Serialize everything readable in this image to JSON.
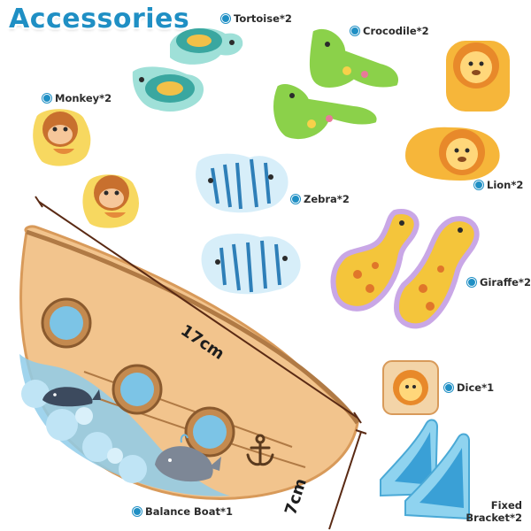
{
  "title": "Accessories",
  "colors": {
    "title": "#1f8fc4",
    "dot": "#1f8fc4",
    "boat": "#f2c48d",
    "porthole": "#7cc4e6",
    "bracket": "#6cc5ea",
    "monkey": "#f0a23a",
    "lion": "#f6b63a",
    "zebra": "#9fd4f0",
    "giraffe": "#c9a7e6",
    "crocodile": "#8bd14a",
    "tortoise": "#8fd8d3"
  },
  "items": {
    "tortoise": "Tortoise*2",
    "crocodile": "Crocodile*2",
    "monkey": "Monkey*2",
    "zebra": "Zebra*2",
    "lion": "Lion*2",
    "giraffe": "Giraffe*2",
    "dice": "Dice*1",
    "balance_boat": "Balance Boat*1",
    "fixed_bracket": [
      "Fixed",
      "Bracket*2"
    ]
  },
  "dimensions": {
    "length": "17cm",
    "height": "7cm"
  }
}
